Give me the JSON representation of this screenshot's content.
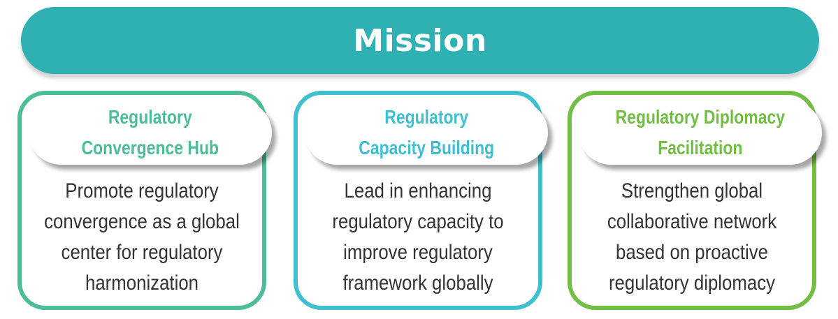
{
  "header": {
    "title": "Mission",
    "color": "#2fb0b2"
  },
  "cards": [
    {
      "title": "Regulatory\nConvergence Hub",
      "body": "Promote regulatory\nconvergence as a global\ncenter for regulatory\nharmonization",
      "border_color": "#4cbd98",
      "title_color": "#4cbd98"
    },
    {
      "title": "Regulatory\nCapacity Building",
      "body": "Lead in enhancing\nregulatory capacity to\nimprove regulatory\nframework globally",
      "border_color": "#3fbfcf",
      "title_color": "#3fbfcf"
    },
    {
      "title": "Regulatory Diplomacy\nFacilitation",
      "body": "Strengthen global\ncollaborative network\nbased on proactive\nregulatory diplomacy",
      "border_color": "#72be44",
      "title_color": "#72be44"
    }
  ]
}
